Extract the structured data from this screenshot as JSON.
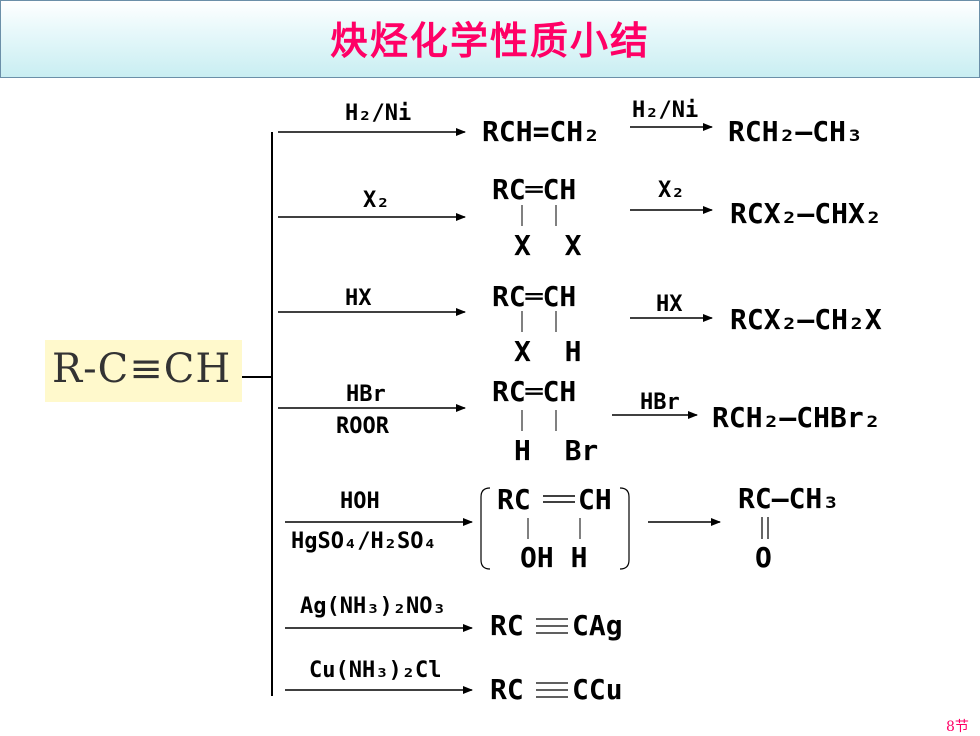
{
  "title": "炔烃化学性质小结",
  "start": "R-C≡CH",
  "rows": [
    {
      "reagent": "H₂/Ni",
      "product": "RCH=CH₂",
      "reagent2": "H₂/Ni",
      "final": "RCH₂—CH₃"
    },
    {
      "reagent": "X₂",
      "product_top": "RC═CH",
      "product_bot": "X  X",
      "reagent2": "X₂",
      "final": "RCX₂—CHX₂"
    },
    {
      "reagent": "HX",
      "product_top": "RC═CH",
      "product_bot": "X  H",
      "reagent2": "HX",
      "final": "RCX₂—CH₂X"
    },
    {
      "reagent": "HBr",
      "reagent_b": "ROOR",
      "product_top": "RC═CH",
      "product_bot": "H  Br",
      "reagent2": "HBr",
      "final": "RCH₂—CHBr₂"
    },
    {
      "reagent": "HOH",
      "reagent_b": "HgSO₄/H₂SO₄",
      "product_top_l": "RC",
      "product_top_r": "CH",
      "product_bot": "OH H",
      "final_top": "RC—CH₃",
      "final_bot": "O"
    },
    {
      "reagent": "Ag(NH₃)₂NO₃",
      "product_l": "RC",
      "product_r": "CAg"
    },
    {
      "reagent": "Cu(NH₃)₂Cl",
      "product_l": "RC",
      "product_r": "CCu"
    }
  ],
  "page": "8节"
}
